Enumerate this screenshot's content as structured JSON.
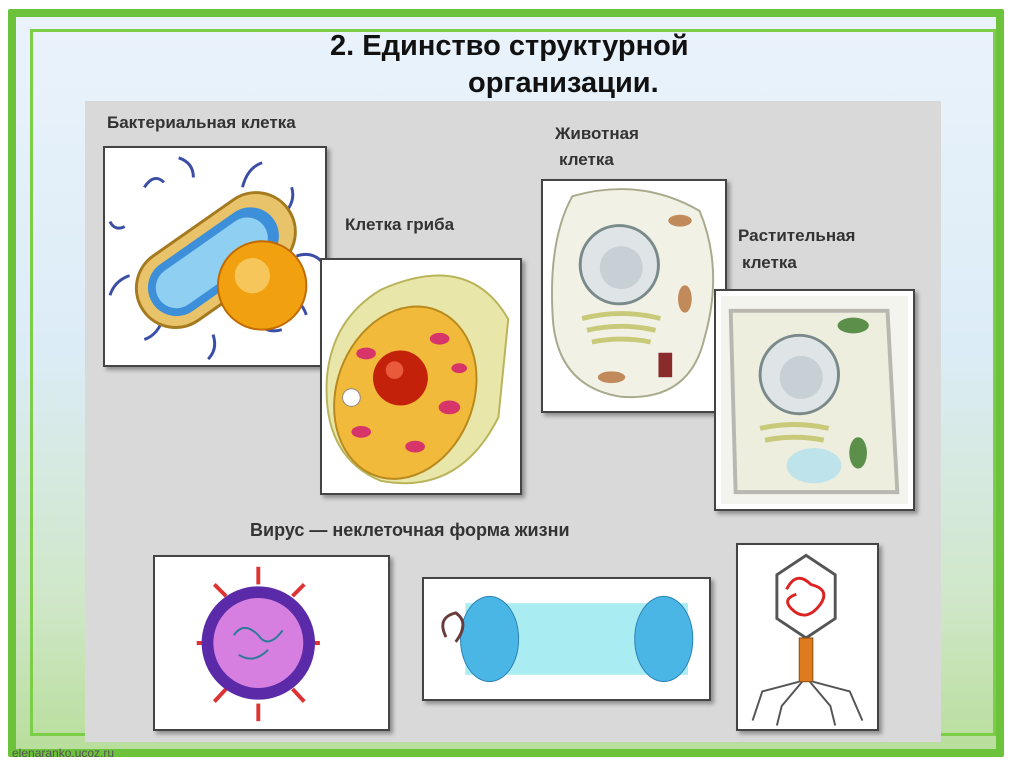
{
  "slide": {
    "title_line1": "2. Единство структурной",
    "title_line2": "организации."
  },
  "labels": {
    "bacterial_cell": "Бактериальная клетка",
    "fungus_cell": "Клетка гриба",
    "animal_cell_1": "Животная",
    "animal_cell_2": "клетка",
    "plant_cell_1": "Растительная",
    "plant_cell_2": "клетка",
    "virus": "Вирус — неклеточная форма жизни"
  },
  "footer": {
    "site": "elenaranko.ucoz.ru"
  },
  "colors": {
    "frame_green": "#6cc23a",
    "panel_gray": "#d9d9d9"
  }
}
